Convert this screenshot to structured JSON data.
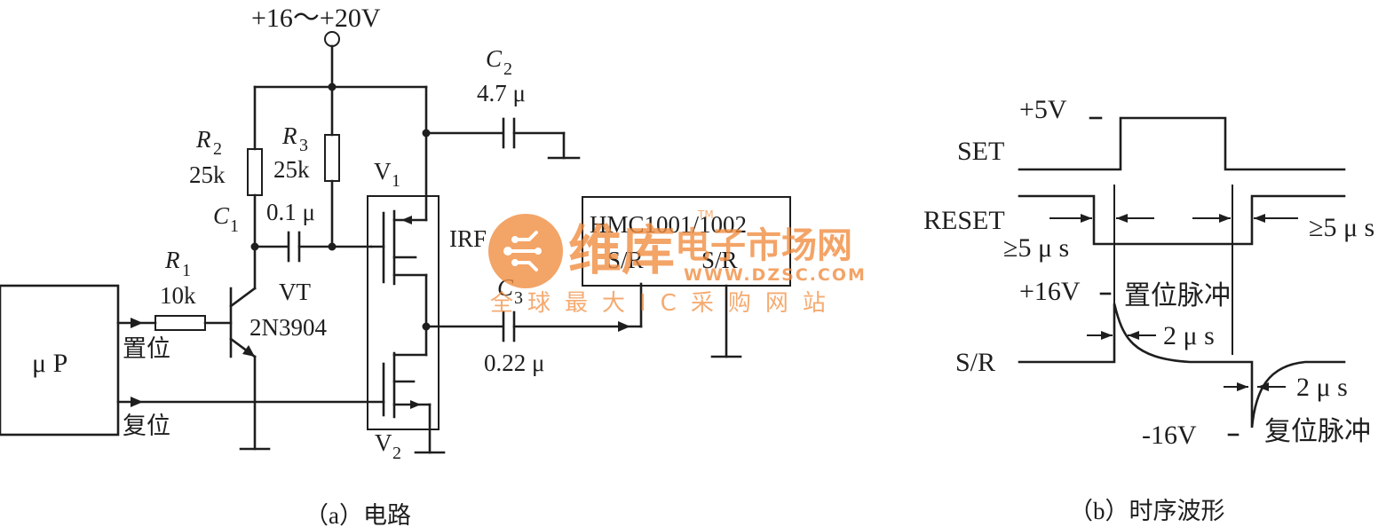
{
  "supply": {
    "label": "+16～+20V"
  },
  "components": {
    "c2": {
      "name": "C",
      "sub": "2",
      "value": "4.7 μ"
    },
    "r2": {
      "name": "R",
      "sub": "2",
      "value": "25k"
    },
    "r3": {
      "name": "R",
      "sub": "3",
      "value": "25k"
    },
    "c1": {
      "name": "C",
      "sub": "1",
      "value": "0.1 μ"
    },
    "v1": {
      "name": "V",
      "sub": "1"
    },
    "v2": {
      "name": "V",
      "sub": "2"
    },
    "r1": {
      "name": "R",
      "sub": "1",
      "value": "10k"
    },
    "vt": {
      "name": "VT",
      "part": "2N3904"
    },
    "c3": {
      "name": "C",
      "sub": "3",
      "value": "0.22 μ"
    },
    "up": {
      "label": "μ P",
      "set_label": "置位",
      "reset_label": "复位"
    },
    "ic": {
      "label": "HMC1001/1002",
      "pin_label": "S/R",
      "pin_prefix": "S/R",
      "driver_label": "IRF"
    }
  },
  "timing": {
    "set_high": "+5V",
    "set_label": "SET",
    "reset_label": "RESET",
    "min_width_left": "≥5 μ s",
    "min_width_right": "≥5 μ s",
    "pos_level": "+16V",
    "set_pulse": "置位脉冲",
    "pulse_width_1": "2 μ s",
    "sr_label": "S/R",
    "pulse_width_2": "2 μ s",
    "neg_level": "-16V",
    "reset_pulse": "复位脉冲"
  },
  "captions": {
    "a": "（a）电路",
    "b": "（b）时序波形"
  },
  "watermark": {
    "brand": "维库",
    "brand_sub": "电子市场网",
    "tm": "TM",
    "url": "WWW.DZSC.COM",
    "slogan": "全球最大IC采购网站",
    "accent_color": "#f08a3c"
  }
}
